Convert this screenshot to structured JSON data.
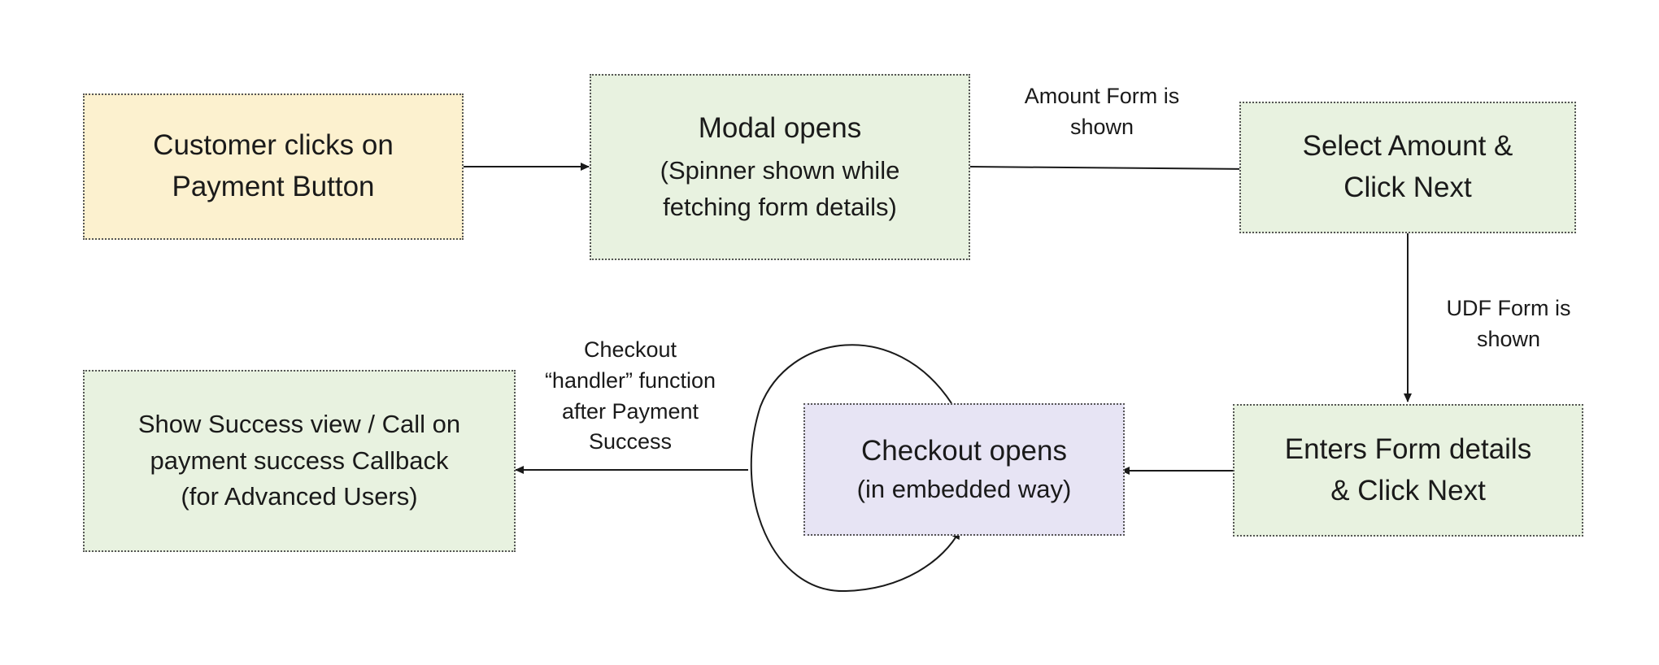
{
  "colors": {
    "yellow": "#fcf1cf",
    "green": "#e8f2e0",
    "purple": "#e7e4f4",
    "border": "#555555",
    "arrow": "#1a1a1a"
  },
  "nodes": {
    "customer_clicks": {
      "lines": [
        "Customer clicks on",
        "Payment Button"
      ]
    },
    "modal_opens": {
      "title": "Modal opens",
      "lines": [
        "(Spinner shown while",
        "fetching form details)"
      ]
    },
    "select_amount": {
      "lines": [
        "Select Amount &",
        "Click Next"
      ]
    },
    "enters_form": {
      "lines": [
        "Enters Form details",
        "& Click Next"
      ]
    },
    "checkout_opens": {
      "title": "Checkout opens",
      "lines": [
        "(in embedded way)"
      ]
    },
    "show_success": {
      "lines": [
        "Show Success view / Call on",
        "payment success Callback",
        "(for Advanced Users)"
      ]
    }
  },
  "edge_labels": {
    "amount_form": [
      "Amount Form is",
      "shown"
    ],
    "udf_form": [
      "UDF Form is",
      "shown"
    ],
    "checkout_handler": [
      "Checkout",
      "“handler” function",
      "after Payment",
      "Success"
    ]
  }
}
